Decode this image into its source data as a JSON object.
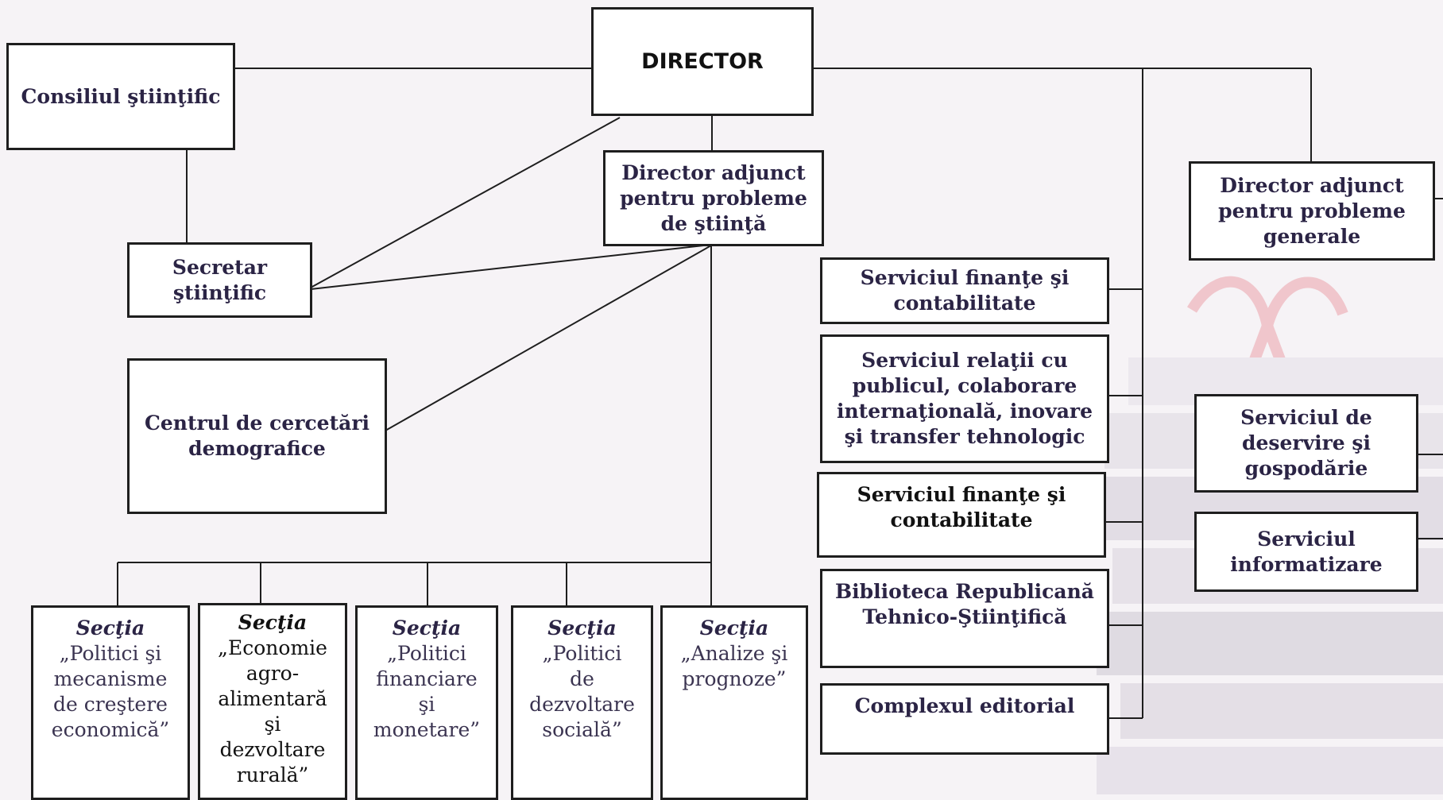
{
  "director": "DIRECTOR",
  "consiliu": "Consiliul ştiinţific",
  "secretar": [
    "Secretar",
    "ştiinţific"
  ],
  "adj_stiinta": [
    "Director adjunct",
    "pentru probleme",
    "de ştiinţă"
  ],
  "centrul": [
    "Centrul de cercetări",
    "demografice"
  ],
  "adj_generale": [
    "Director adjunct",
    "pentru probleme",
    "generale"
  ],
  "services_mid": {
    "s1": [
      "Serviciul finanţe şi",
      "contabilitate"
    ],
    "s2": [
      "Serviciul relaţii cu",
      "publicul, colaborare",
      "internaţională, inovare",
      "şi transfer tehnologic"
    ],
    "s3": [
      "Serviciul finanţe şi",
      "contabilitate"
    ],
    "s4": [
      "Biblioteca Republicană",
      "Tehnico-Ştiinţifică"
    ],
    "s5": "Complexul editorial"
  },
  "services_right": {
    "r1": [
      "Serviciul de",
      "deservire şi",
      "gospodărie"
    ],
    "r2": [
      "Serviciul",
      "informatizare"
    ]
  },
  "sections": [
    {
      "title": "Secţia",
      "lines": [
        "„Politici şi",
        "mecanisme",
        "de creştere",
        "economică”"
      ]
    },
    {
      "title": "Secţia",
      "lines": [
        "„Economie",
        "agro-",
        "alimentară",
        "şi",
        "dezvoltare",
        "rurală”"
      ]
    },
    {
      "title": "Secţia",
      "lines": [
        "„Politici",
        "financiare",
        "şi",
        "monetare”"
      ]
    },
    {
      "title": "Secţia",
      "lines": [
        "„Politici",
        "de",
        "dezvoltare",
        "socială”"
      ]
    },
    {
      "title": "Secţia",
      "lines": [
        "„Analize şi",
        "prognoze”"
      ]
    }
  ]
}
